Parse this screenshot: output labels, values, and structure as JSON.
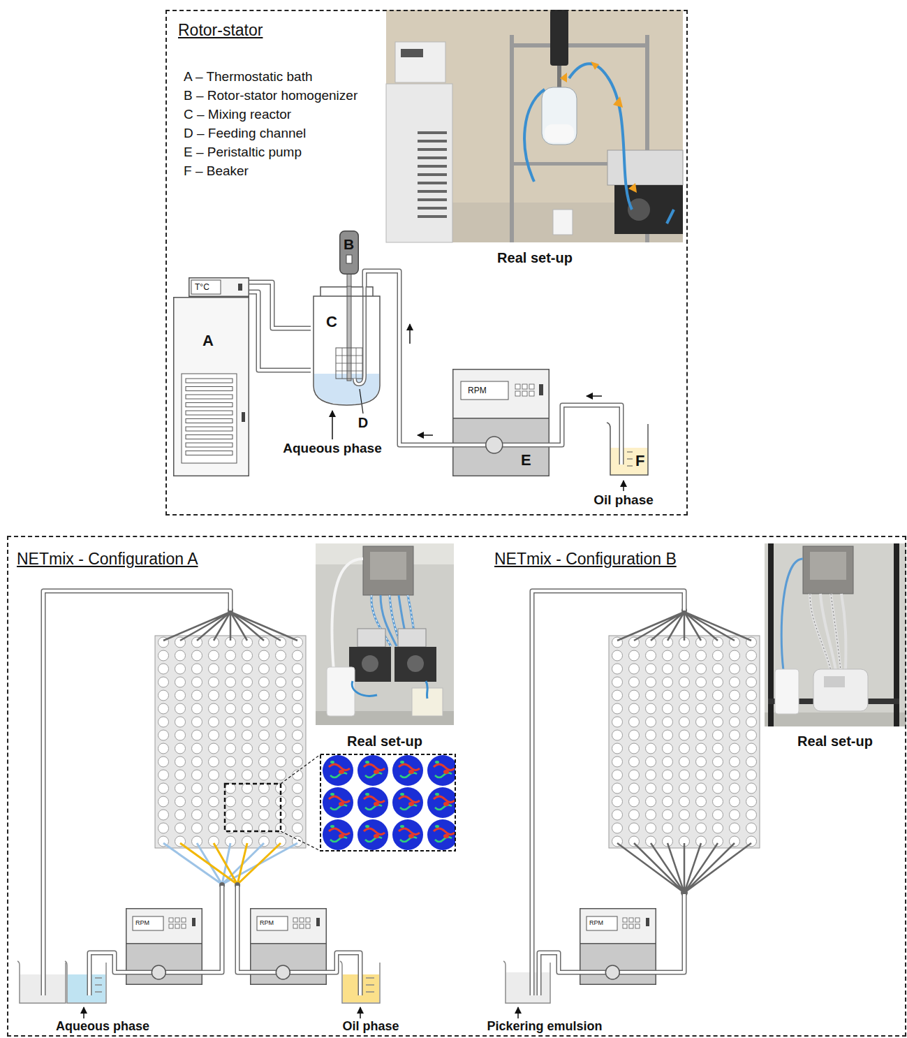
{
  "diagram": {
    "nodes": [
      {
        "text": [
          "Rotor-stator"
        ]
      },
      {
        "text": [
          "T°C"
        ],
        "in": 0
      },
      {
        "text": [
          "A"
        ],
        "in": 0
      },
      {
        "text": [
          "B"
        ],
        "in": 0
      },
      {
        "text": [
          "C"
        ],
        "in": 0
      },
      {
        "text": [
          "RPM",
          "E"
        ],
        "in": 0
      },
      {
        "text": [
          "F"
        ],
        "in": 0
      },
      {
        "text": [
          "NETmix - Configuration A",
          "NETmix - Configuration B"
        ]
      },
      {
        "text": [
          "RPM"
        ],
        "in": 7
      },
      {
        "text": [
          "RPM"
        ],
        "in": 7
      },
      {
        "text": [
          "RPM"
        ],
        "in": 7
      }
    ],
    "edges": [
      {
        "from": 1,
        "to": 4,
        "arrow": "none"
      },
      {
        "from": 1,
        "to": 4,
        "arrow": "none"
      },
      {
        "from": 6,
        "to": 5,
        "arrow": "none"
      },
      {
        "from": 5,
        "to": 4,
        "arrow": "none"
      }
    ],
    "labels": [
      "A – Thermostatic bath",
      "B – Rotor-stator homogenizer",
      "C – Mixing reactor",
      "D – Feeding channel",
      "E – Peristaltic pump",
      "F – Beaker",
      "Real set-up",
      "D",
      "Aqueous phase",
      "Oil phase",
      "Real set-up",
      "Real set-up",
      "Aqueous phase",
      "Oil phase",
      "Pickering emulsion"
    ]
  }
}
